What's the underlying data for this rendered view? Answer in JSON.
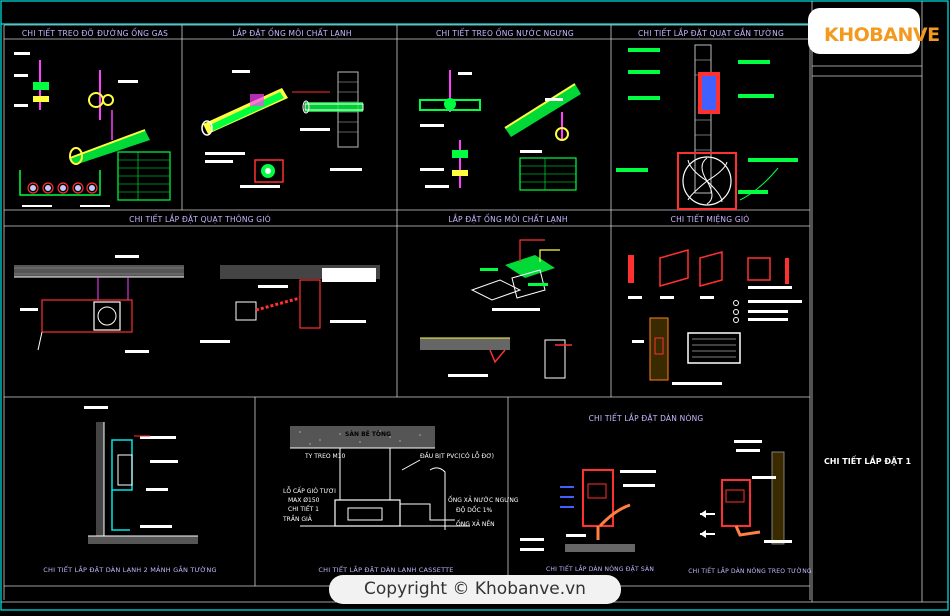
{
  "panels": {
    "gas": "CHI TIẾT TREO ĐỠ ĐƯỜNG ỐNG GAS",
    "refrig_top": "LẮP ĐẶT ỐNG MÔI CHẤT LẠNH",
    "drain": "CHI TIẾT TREO ỐNG NƯỚC NGƯNG",
    "wallfan": "CHI TIẾT LẮP ĐẶT QUẠT GẮN TƯỜNG",
    "ventfan": "CHI TIẾT LẮP ĐẶT QUẠT THÔNG GIÓ",
    "refrig_mid": "LẮP ĐẶT ỐNG MÔI CHẤT LẠNH",
    "grille": "CHI TIẾT MIỆNG GIÓ",
    "outdoor_title": "CHI TIẾT LẮP ĐẶT DÀN NÓNG",
    "split": "CHI TIẾT LẮP ĐẶT DÀN LẠNH 2 MẢNH GẮN TƯỜNG",
    "cassette": "CHI TIẾT LẮP ĐẶT DÀN LẠNH CASSETTE",
    "outdoor_ground": "CHI TIẾT LẮP DÀN NÓNG ĐẶT SÀN",
    "outdoor_wall": "CHI TIẾT LẮP DÀN NÓNG TREO TƯỜNG"
  },
  "cassette_notes": {
    "slab": "SÀN BÊ TÔNG",
    "rod": "TY TREO M10",
    "pipe_top": "ĐẦU BỊT PVC(CÓ LỖ ĐƠ)",
    "grille_note1": "LỖ CẤP GIÓ TƯƠI",
    "grille_note2": "MAX Ø150",
    "grille_note3": "CHI TIẾT 1",
    "grille_note4": "TRẦN GIẢ",
    "drain_note1": "ỐNG XẢ NƯỚC NGƯNG",
    "drain_note2": "ĐỘ DỐC 1%",
    "drain_note3": "ỐNG XẢ NỀN"
  },
  "title_block": {
    "label": "CHI TIẾT LẮP ĐẶT 1"
  },
  "logo": {
    "text": "KHOBANVE"
  },
  "watermark": {
    "text": "Copyright © Khobanve.vn"
  },
  "colors": {
    "frame": "#00e6e6",
    "title": "#c9b6ff",
    "green": "#00ff40",
    "yellow": "#ffff40",
    "red": "#ff3030",
    "magenta": "#ff40ff",
    "logo": "#f39a1e"
  }
}
